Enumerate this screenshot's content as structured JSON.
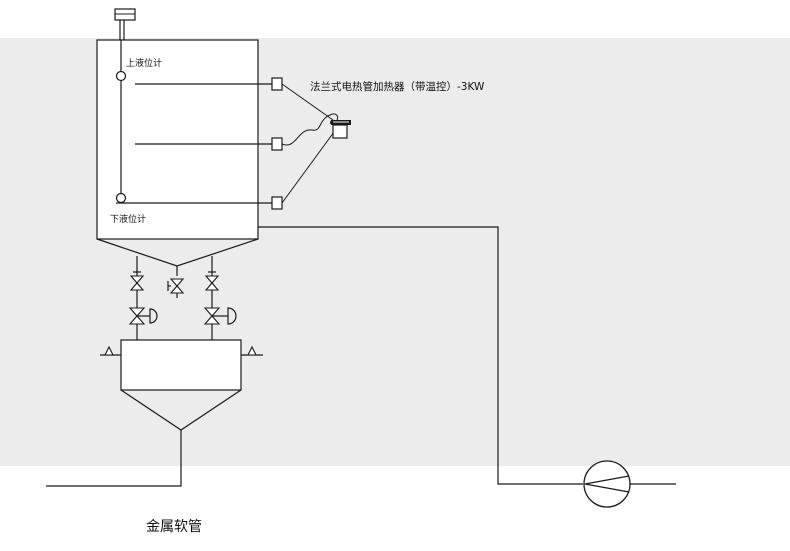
{
  "diagram": {
    "labels": {
      "upper_level_gauge": "上液位计",
      "lower_level_gauge": "下液位计",
      "heater": "法兰式电热管加热器（带温控）-3KW",
      "metal_hose": "金属软管"
    },
    "colors": {
      "background_band": "#ececec",
      "page": "#ffffff",
      "line": "#1a1a1a"
    }
  }
}
